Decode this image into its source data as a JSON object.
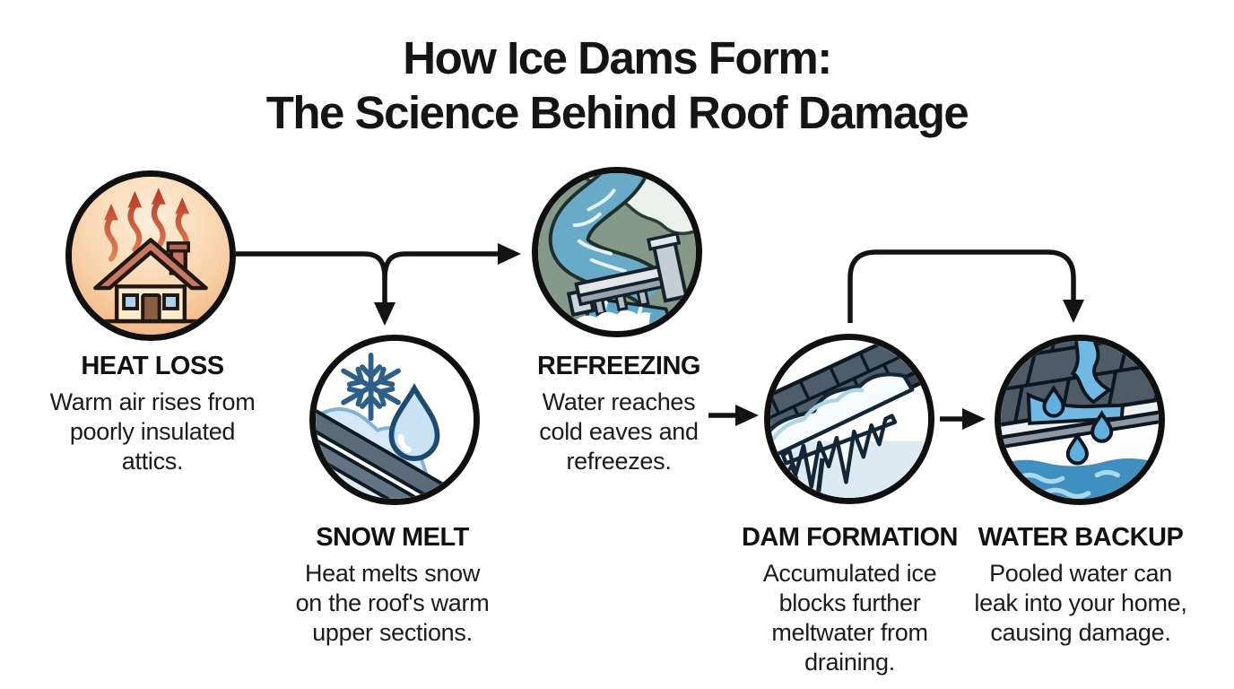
{
  "title": {
    "line1": "How Ice Dams Form:",
    "line2": "The Science Behind Roof Damage"
  },
  "steps": [
    {
      "label": "HEAT LOSS",
      "icon": "house-heat-loss-icon",
      "desc": [
        "Warm air rises from",
        "poorly insulated",
        "attics."
      ]
    },
    {
      "label": "SNOW MELT",
      "icon": "snowflake-meltwater-icon",
      "desc": [
        "Heat melts snow",
        "on the roof's warm",
        "upper sections."
      ]
    },
    {
      "label": "REFREEZING",
      "icon": "water-dam-icon",
      "desc": [
        "Water reaches",
        "cold eaves and",
        "refreezes."
      ]
    },
    {
      "label": "DAM FORMATION",
      "icon": "ice-dam-icicles-icon",
      "desc": [
        "Accumulated ice",
        "blocks further",
        "meltwater from",
        "draining."
      ]
    },
    {
      "label": "WATER BACKUP",
      "icon": "roof-water-leak-icon",
      "desc": [
        "Pooled water can",
        "leak into your home,",
        "causing damage."
      ]
    }
  ],
  "flow": [
    [
      "HEAT LOSS",
      "SNOW MELT"
    ],
    [
      "HEAT LOSS",
      "REFREEZING"
    ],
    [
      "REFREEZING",
      "DAM FORMATION"
    ],
    [
      "DAM FORMATION",
      "WATER BACKUP"
    ]
  ],
  "colors": {
    "background": "#ffffff",
    "text": "#161616",
    "outline": "#101010",
    "heat_peach": "#efa977",
    "heat_arrow_red": "#bd3d2b",
    "ice_light_blue": "#cfe5f2",
    "deep_blue": "#2d5f88",
    "water_blue": "#4f9dc8",
    "roof_slate": "#4e5d6b",
    "sage_green": "#84998a"
  }
}
